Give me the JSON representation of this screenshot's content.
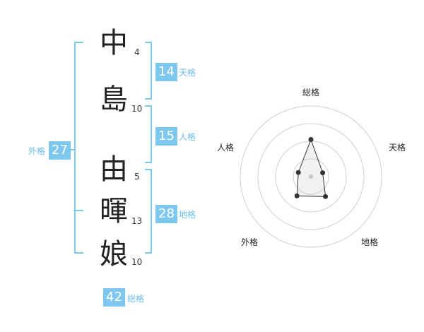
{
  "chars": [
    {
      "char": "中",
      "strokes": "4"
    },
    {
      "char": "島",
      "strokes": "10"
    },
    {
      "char": "由",
      "strokes": "5"
    },
    {
      "char": "暉",
      "strokes": "13"
    },
    {
      "char": "娘",
      "strokes": "10"
    }
  ],
  "tenkaku": {
    "value": "14",
    "label": "天格"
  },
  "jinkaku": {
    "value": "15",
    "label": "人格"
  },
  "chikaku": {
    "value": "28",
    "label": "地格"
  },
  "gaikaku": {
    "value": "27",
    "label": "外格"
  },
  "soukaku": {
    "value": "42",
    "label": "総格"
  },
  "colors": {
    "accent": "#7ec8f0",
    "bracket": "#7ec8f0",
    "text": "#222222"
  },
  "chart_data": {
    "type": "radar",
    "axes": [
      "総格",
      "天格",
      "地格",
      "外格",
      "人格"
    ],
    "values": [
      42,
      14,
      28,
      27,
      15
    ],
    "rlim": [
      0,
      80
    ],
    "rings": 4
  }
}
